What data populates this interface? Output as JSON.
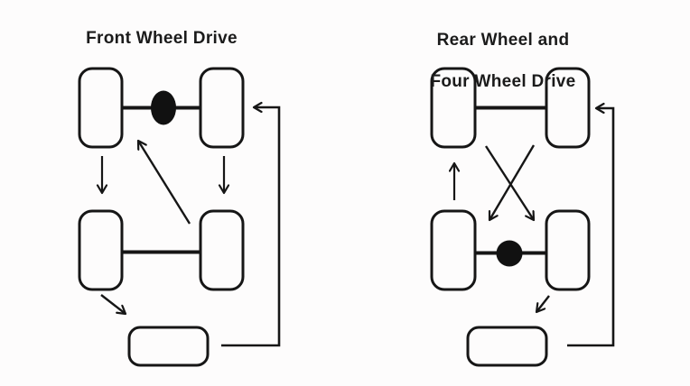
{
  "page": {
    "background": "#fdfcfc",
    "ink_color": "#161616",
    "description": "Tire rotation pattern diagram"
  },
  "diagrams": [
    {
      "id": "front-wheel-drive",
      "title_lines": [
        "Front Wheel Drive"
      ]
    },
    {
      "id": "rear-and-four-wheel-drive",
      "title_lines": [
        "Rear Wheel and",
        "Four Wheel Drive"
      ]
    }
  ]
}
